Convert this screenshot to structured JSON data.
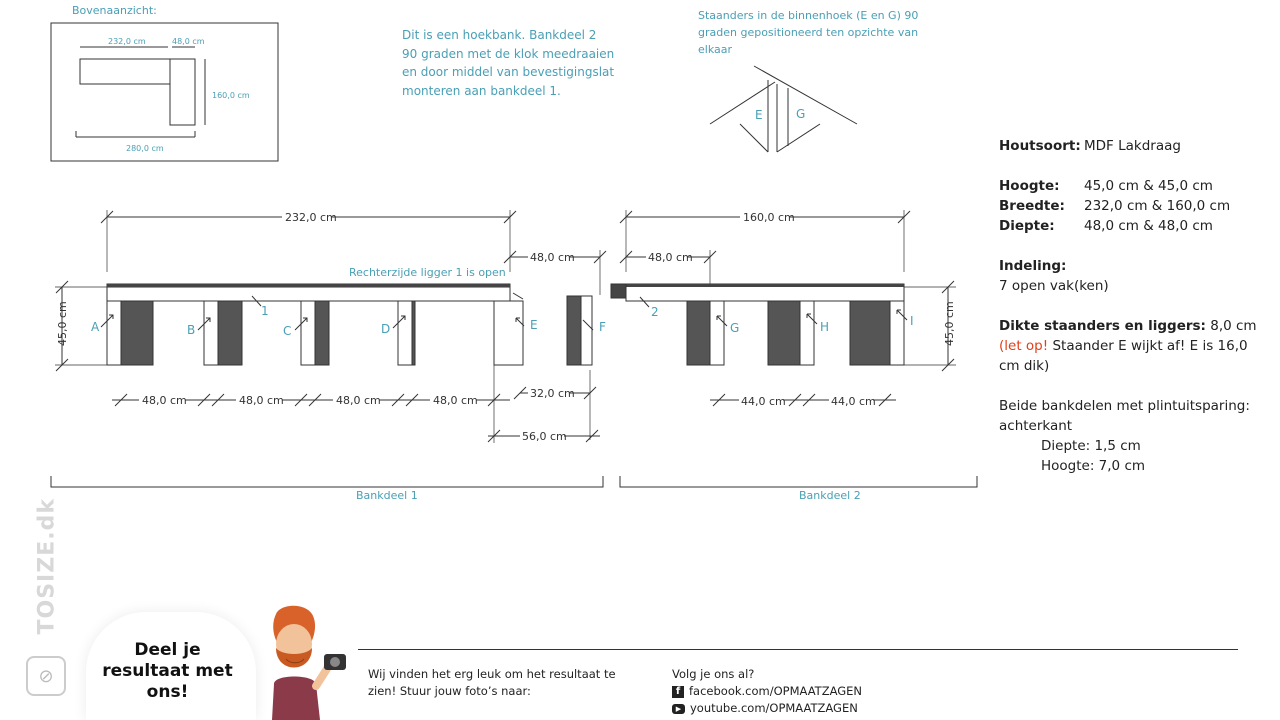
{
  "top_view": {
    "title": "Bovenaanzicht:",
    "dim_232": "232,0 cm",
    "dim_48": "48,0 cm",
    "dim_160": "160,0 cm",
    "dim_280": "280,0 cm"
  },
  "instructions": {
    "line1": "Dit is een hoekbank. Bankdeel 2",
    "line2": "90 graden met de klok meedraaien",
    "line3": "en door middel van bevestigingslat",
    "line4": "monteren aan bankdeel 1."
  },
  "corner_note": {
    "line1": "Staanders in de binnenhoek (E en G) 90",
    "line2": "graden gepositioneerd ten opzichte van",
    "line3": "elkaar",
    "label_e": "E",
    "label_g": "G"
  },
  "part1": {
    "width": "232,0 cm",
    "height": "45,0 cm",
    "depth": "48,0 cm",
    "note": "Rechterzijde ligger 1 is open",
    "gaps": [
      "48,0 cm",
      "48,0 cm",
      "48,0 cm",
      "48,0 cm"
    ],
    "side_depth": "32,0 cm",
    "total_depth": "56,0 cm",
    "labels": [
      "A",
      "B",
      "C",
      "D",
      "E",
      "F"
    ],
    "ligger": "1",
    "caption": "Bankdeel 1"
  },
  "part2": {
    "width": "160,0 cm",
    "depth": "48,0 cm",
    "height": "45,0 cm",
    "gaps": [
      "44,0 cm",
      "44,0 cm"
    ],
    "labels": [
      "G",
      "H",
      "I"
    ],
    "ligger": "2",
    "caption": "Bankdeel 2"
  },
  "specs": {
    "wood_key": "Houtsoort:",
    "wood_val": "MDF Lakdraag",
    "height_key": "Hoogte:",
    "height_val": "45,0 cm & 45,0 cm",
    "width_key": "Breedte:",
    "width_val": "232,0 cm & 160,0 cm",
    "depth_key": "Diepte:",
    "depth_val": "48,0 cm & 48,0 cm",
    "layout_key": "Indeling:",
    "layout_val": "7 open vak(ken)",
    "thick_key": "Dikte staanders en liggers:",
    "thick_val": "8,0 cm",
    "warn": "(let op!",
    "warn_rest": "Staander E wijkt af! E is 16,0 cm dik)",
    "plinth_line1": "Beide bankdelen met plintuitsparing:",
    "plinth_line2": "achterkant",
    "plinth_depth": "Diepte: 1,5 cm",
    "plinth_height": "Hoogte: 7,0 cm"
  },
  "footer": {
    "share_title": "Deel je resultaat met ons!",
    "share_text1": "Wij vinden het erg leuk om het resultaat te",
    "share_text2": "zien! Stuur jouw foto’s naar:",
    "follow_title": "Volg je ons al?",
    "facebook": "facebook.com/OPMAATZAGEN",
    "youtube": "youtube.com/OPMAATZAGEN",
    "brand": "TOSIZE.dk"
  }
}
